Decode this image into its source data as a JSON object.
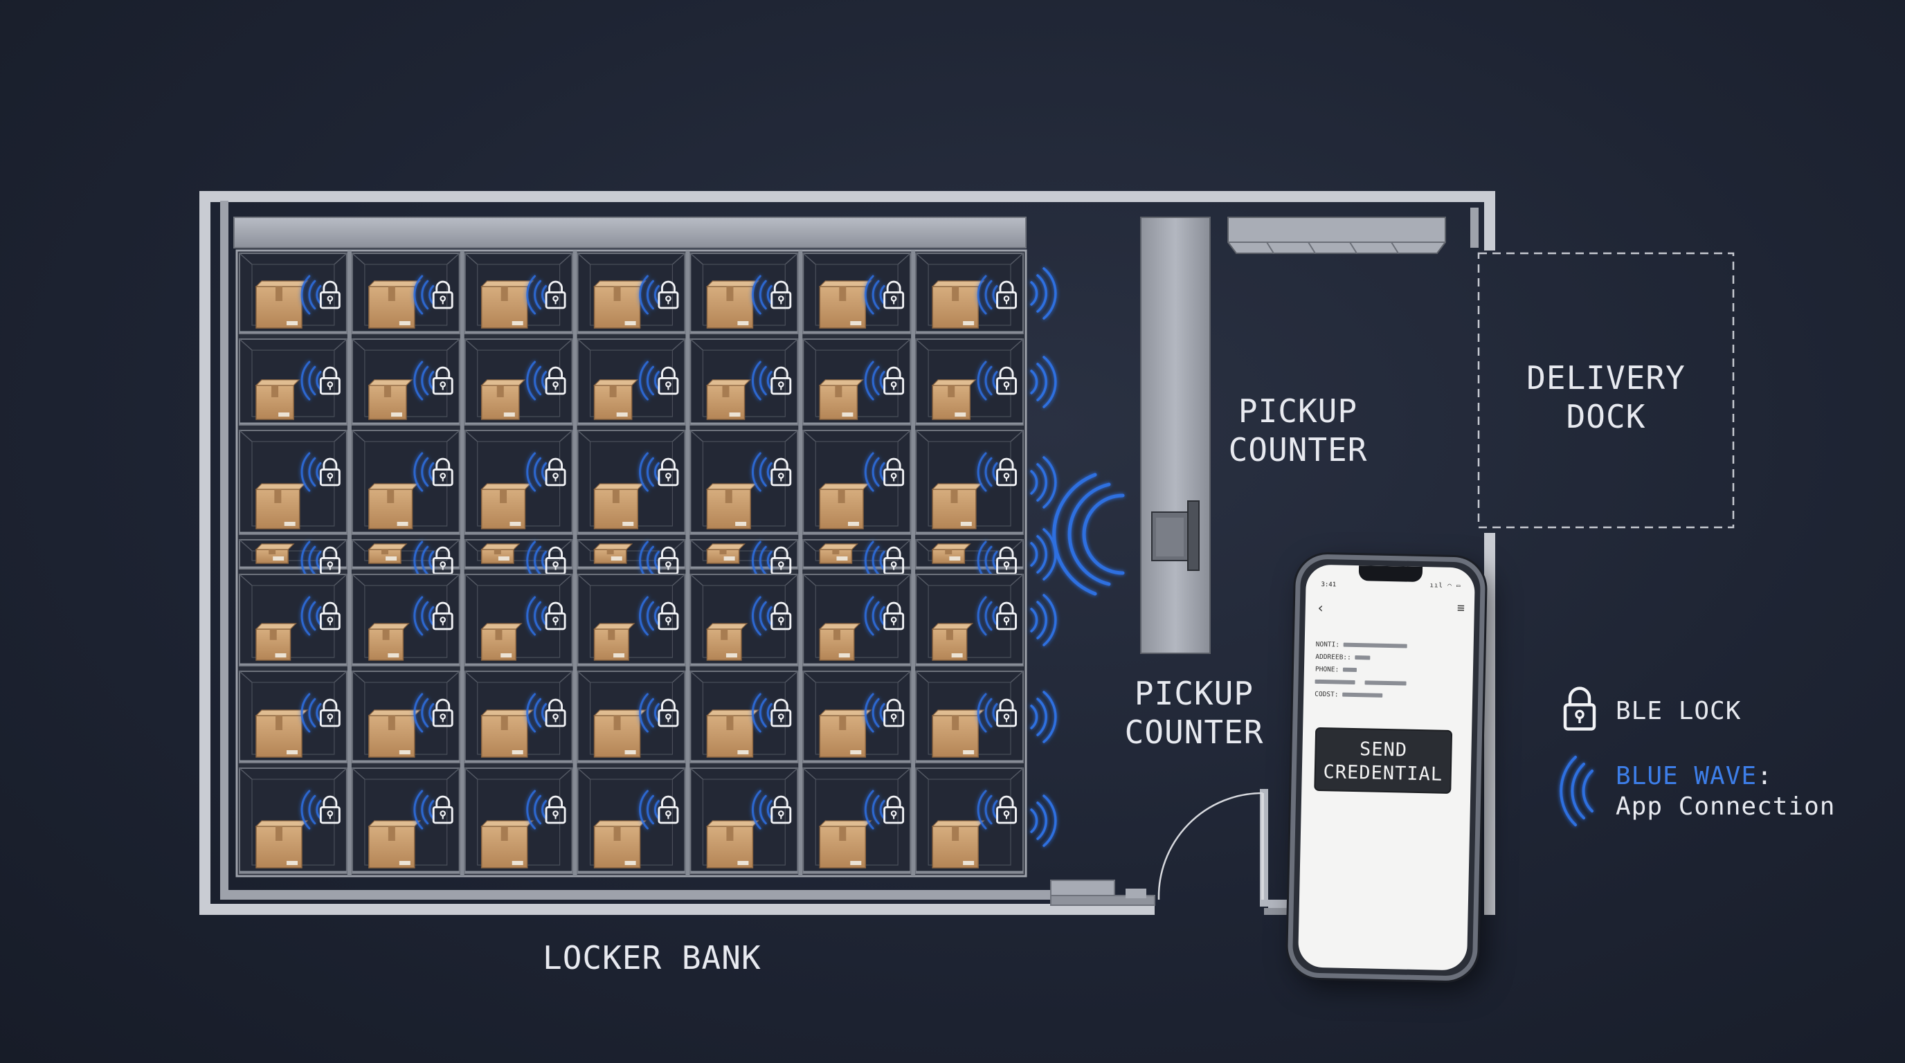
{
  "labels": {
    "locker_bank": "LOCKER BANK",
    "pickup_counter_upper_line1": "PICKUP",
    "pickup_counter_upper_line2": "COUNTER",
    "pickup_counter_lower_line1": "PICKUP",
    "pickup_counter_lower_line2": "COUNTER",
    "delivery_dock_line1": "DELIVERY",
    "delivery_dock_line2": "DOCK"
  },
  "legend": {
    "ble_lock": "BLE LOCK",
    "blue_wave_key": "BLUE WAVE",
    "blue_wave_colon": ":",
    "blue_wave_desc": "App Connection",
    "lock_icon": "lock-icon",
    "wave_icon": "wave-icon"
  },
  "phone": {
    "time": "3:41",
    "status_icons": "ııl ◠ ▭",
    "back_glyph": "‹",
    "menu_glyph": "≡",
    "fields": [
      {
        "key": "NONTI:"
      },
      {
        "key": "ADDREEB::"
      },
      {
        "key": "PHONE:"
      },
      {
        "key": ""
      },
      {
        "key": "CODST:"
      }
    ],
    "button_line1": "SEND",
    "button_line2": "CREDENTIAL"
  },
  "locker_grid": {
    "columns": 7,
    "rows": 7,
    "each_locker": "locked parcel with BLE lock"
  },
  "colors": {
    "background": "#1e2433",
    "wall": "#9a9ea8",
    "wave": "#2f6fe0",
    "parcel": "#c79c6e",
    "legend_accent": "#3d7ee8"
  }
}
